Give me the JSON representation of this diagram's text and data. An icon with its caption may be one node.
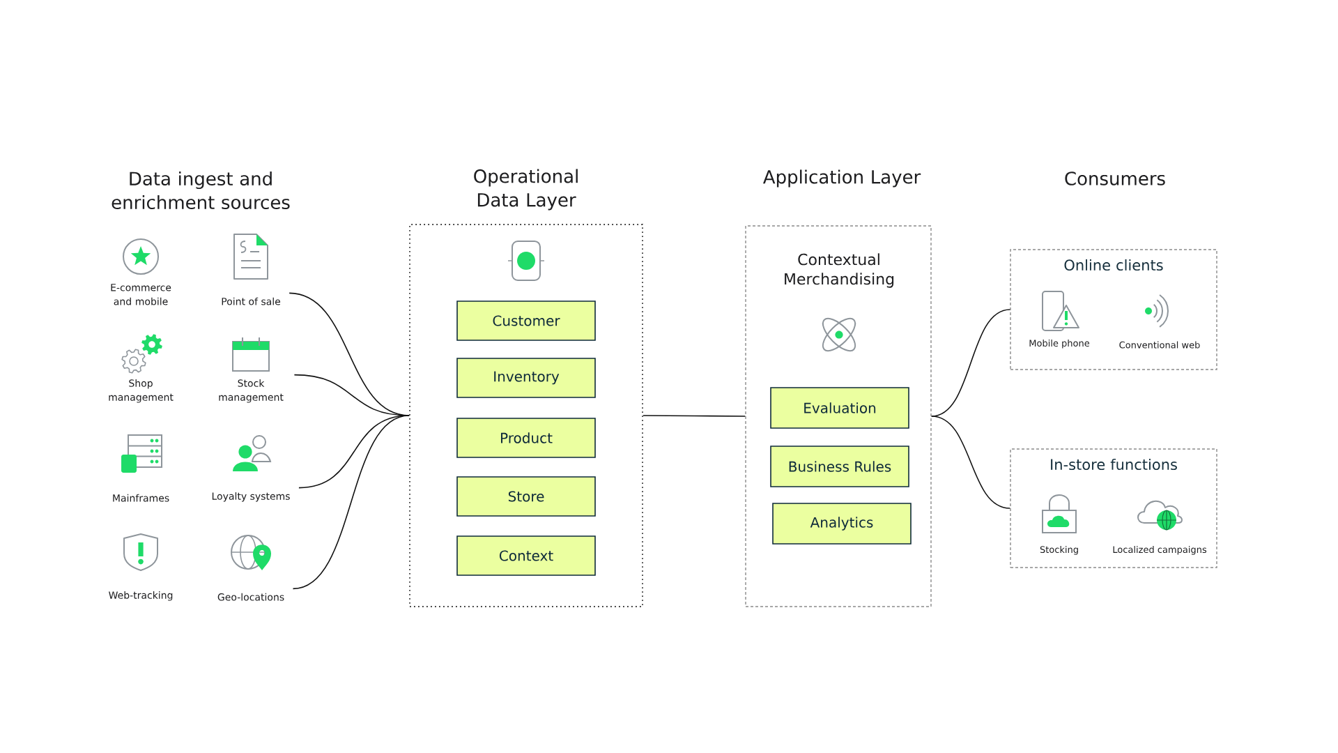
{
  "diagram": {
    "nodes": [
      {
        "text": [
          "E-commerce and mobile"
        ]
      },
      {
        "text": [
          "Point of sale"
        ]
      },
      {
        "text": [
          "Shop management"
        ]
      },
      {
        "text": [
          "Stock management"
        ]
      },
      {
        "text": [
          "Mainframes"
        ]
      },
      {
        "text": [
          "Loyalty systems"
        ]
      },
      {
        "text": [
          "Web-tracking"
        ]
      },
      {
        "text": [
          "Geo-locations"
        ]
      },
      {
        "text": [
          "Operational Data Layer"
        ]
      },
      {
        "text": [
          "Customer"
        ],
        "in": 8
      },
      {
        "text": [
          "Inventory"
        ],
        "in": 8
      },
      {
        "text": [
          "Product"
        ],
        "in": 8
      },
      {
        "text": [
          "Store"
        ],
        "in": 8
      },
      {
        "text": [
          "Context"
        ],
        "in": 8
      },
      {
        "text": [
          "Application Layer",
          "Contextual Merchandising"
        ]
      },
      {
        "text": [
          "Evaluation"
        ],
        "in": 14
      },
      {
        "text": [
          "Business Rules"
        ],
        "in": 14
      },
      {
        "text": [
          "Analytics"
        ],
        "in": 14
      },
      {
        "text": [
          "Online clients"
        ]
      },
      {
        "text": [
          "Mobile phone"
        ],
        "in": 18
      },
      {
        "text": [
          "Conventional web"
        ],
        "in": 18
      },
      {
        "text": [
          "In-store functions"
        ]
      },
      {
        "text": [
          "Stocking"
        ],
        "in": 21
      },
      {
        "text": [
          "Localized campaigns"
        ],
        "in": 21
      }
    ],
    "edges": [
      {
        "from": 1,
        "to": 8,
        "arrow": "none"
      },
      {
        "from": 3,
        "to": 8,
        "arrow": "none"
      },
      {
        "from": 5,
        "to": 8,
        "arrow": "none"
      },
      {
        "from": 7,
        "to": 8,
        "arrow": "none"
      },
      {
        "from": 8,
        "to": 14,
        "arrow": "none"
      },
      {
        "from": 14,
        "to": 18,
        "arrow": "none"
      },
      {
        "from": 14,
        "to": 21,
        "arrow": "none"
      }
    ],
    "labels": [
      "Data ingest and enrichment sources",
      "Consumers"
    ]
  }
}
